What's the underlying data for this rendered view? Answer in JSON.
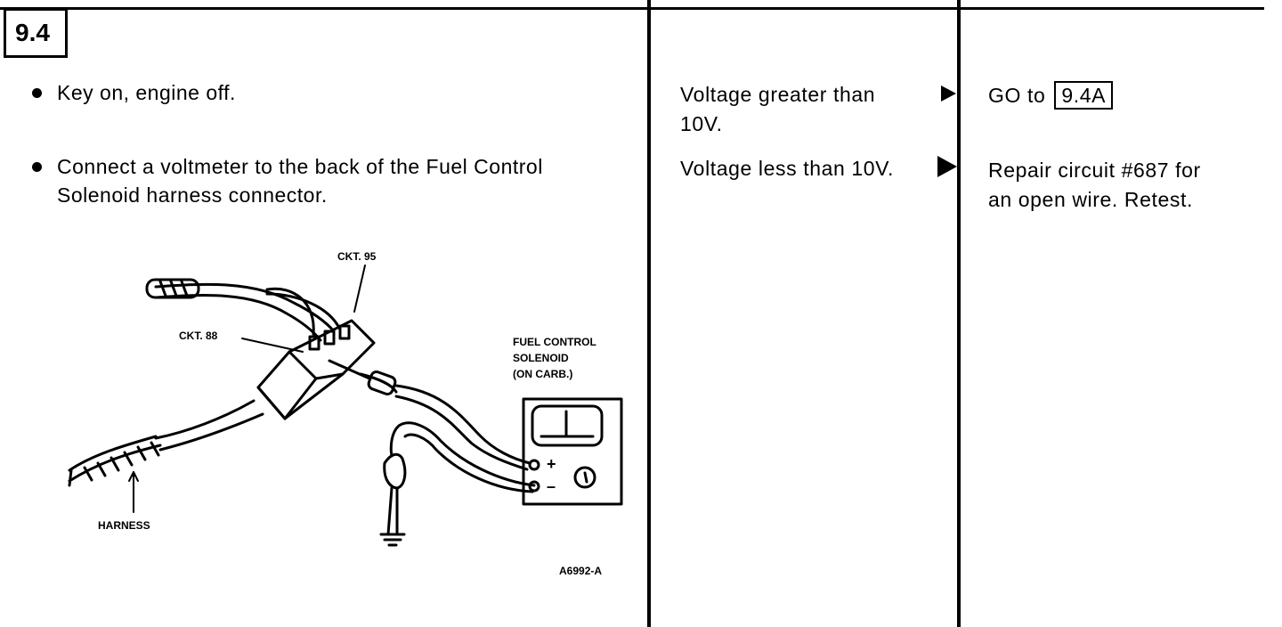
{
  "step": {
    "number": "9.4",
    "instructions": [
      "Key on, engine off.",
      "Connect a voltmeter to the back of the Fuel Control Solenoid harness connector."
    ]
  },
  "results": [
    {
      "condition": "Voltage greater than 10V.",
      "action_prefix": "GO to",
      "action_ref": "9.4A"
    },
    {
      "condition": "Voltage less than 10V.",
      "action": "Repair circuit #687 for an open wire. Retest."
    }
  ],
  "diagram": {
    "labels": {
      "ckt95": "CKT. 95",
      "ckt88": "CKT. 88",
      "solenoid_line1": "FUEL CONTROL",
      "solenoid_line2": "SOLENOID",
      "solenoid_line3": "(ON CARB.)",
      "harness": "HARNESS",
      "plus": "+",
      "minus": "–",
      "figure_id": "A6992-A"
    }
  }
}
